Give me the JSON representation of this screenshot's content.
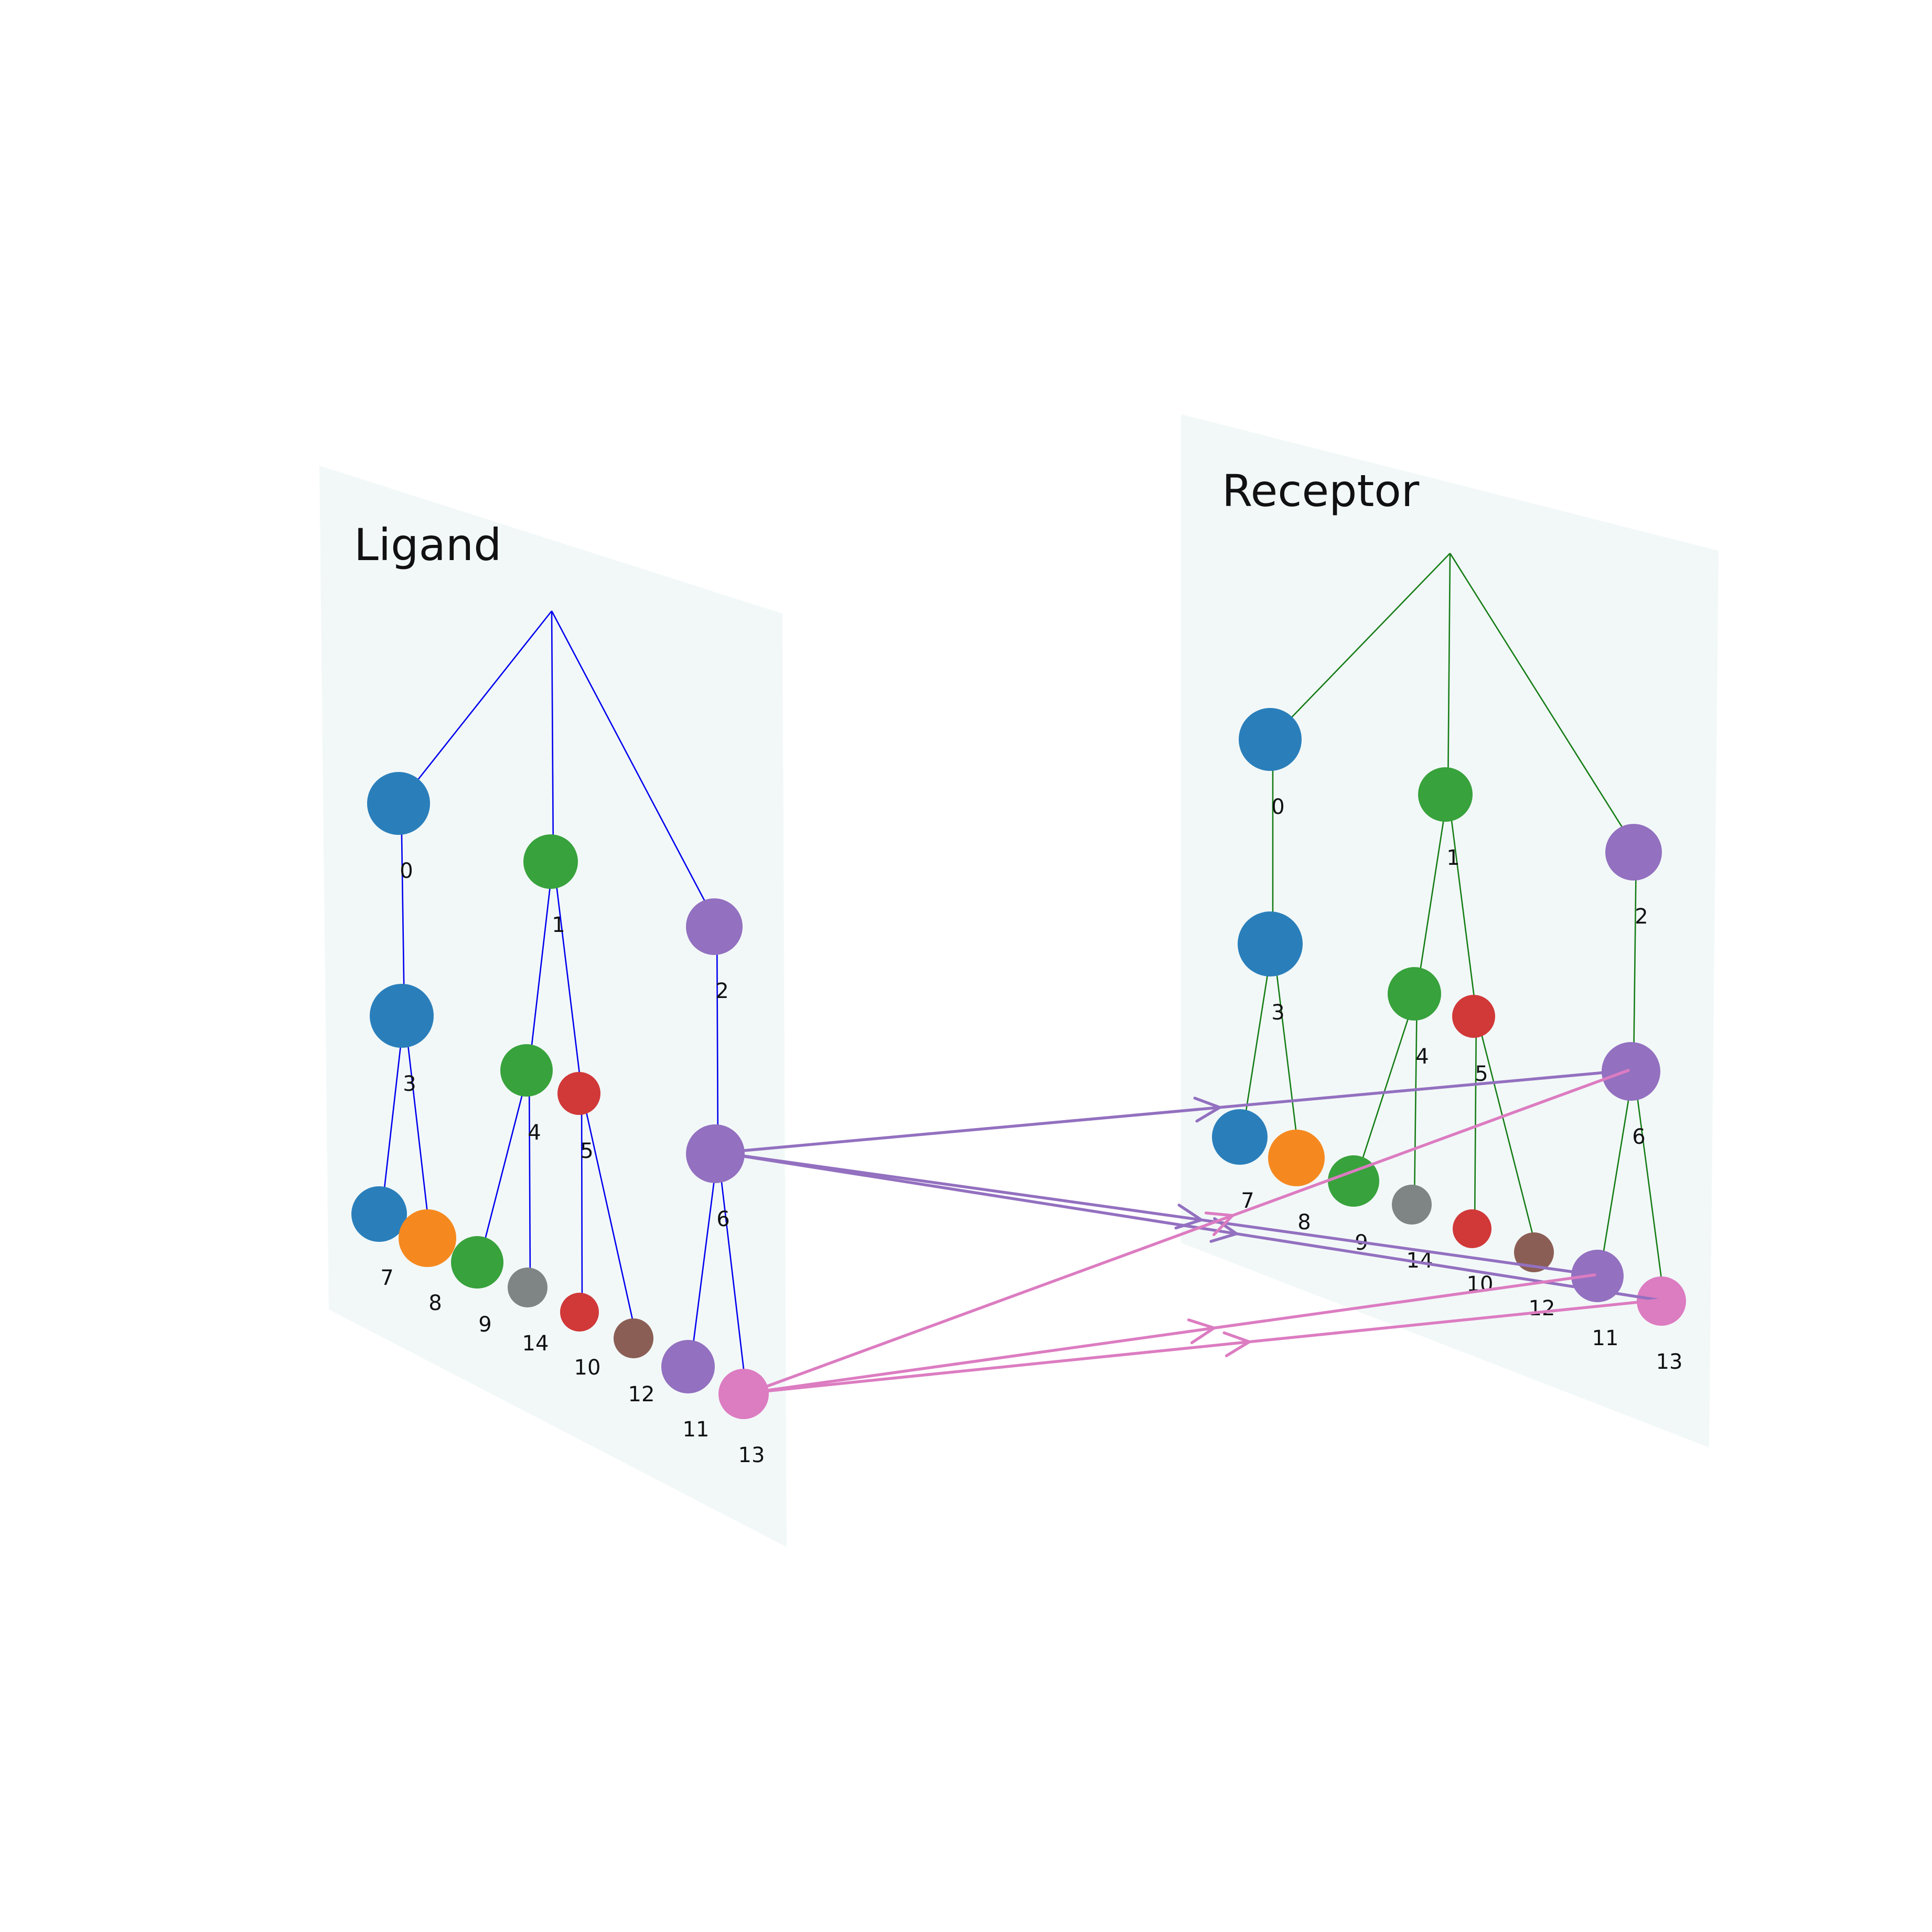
{
  "ligand": {
    "title": "Ligand",
    "edge_color": "#0000ee",
    "plane_color": "#f2f8f8",
    "nodes": [
      {
        "id": "root"
      },
      {
        "id": "0",
        "label": "0",
        "color": "#2a7fbb"
      },
      {
        "id": "1",
        "label": "1",
        "color": "#38a23c"
      },
      {
        "id": "2",
        "label": "2",
        "color": "#9370c0"
      },
      {
        "id": "3",
        "label": "3",
        "color": "#2a7fbb"
      },
      {
        "id": "4",
        "label": "4",
        "color": "#38a23c"
      },
      {
        "id": "5",
        "label": "5",
        "color": "#d13838"
      },
      {
        "id": "6",
        "label": "6",
        "color": "#9370c0"
      },
      {
        "id": "7",
        "label": "7",
        "color": "#2a7fbb"
      },
      {
        "id": "8",
        "label": "8",
        "color": "#f5891f"
      },
      {
        "id": "9",
        "label": "9",
        "color": "#38a23c"
      },
      {
        "id": "14",
        "label": "14",
        "color": "#7f8585"
      },
      {
        "id": "10",
        "label": "10",
        "color": "#d13838"
      },
      {
        "id": "12",
        "label": "12",
        "color": "#8b5e55"
      },
      {
        "id": "11",
        "label": "11",
        "color": "#9370c0"
      },
      {
        "id": "13",
        "label": "13",
        "color": "#dc7cc1"
      }
    ],
    "edges": [
      [
        "root",
        "0"
      ],
      [
        "root",
        "1"
      ],
      [
        "root",
        "2"
      ],
      [
        "0",
        "3"
      ],
      [
        "1",
        "4"
      ],
      [
        "1",
        "5"
      ],
      [
        "2",
        "6"
      ],
      [
        "3",
        "7"
      ],
      [
        "3",
        "8"
      ],
      [
        "4",
        "9"
      ],
      [
        "4",
        "14"
      ],
      [
        "5",
        "10"
      ],
      [
        "5",
        "12"
      ],
      [
        "6",
        "11"
      ],
      [
        "6",
        "13"
      ]
    ]
  },
  "receptor": {
    "title": "Receptor",
    "edge_color": "#167d16",
    "plane_color": "#f2f8f8",
    "nodes": [
      {
        "id": "root"
      },
      {
        "id": "0",
        "label": "0",
        "color": "#2a7fbb"
      },
      {
        "id": "1",
        "label": "1",
        "color": "#38a23c"
      },
      {
        "id": "2",
        "label": "2",
        "color": "#9370c0"
      },
      {
        "id": "3",
        "label": "3",
        "color": "#2a7fbb"
      },
      {
        "id": "4",
        "label": "4",
        "color": "#38a23c"
      },
      {
        "id": "5",
        "label": "5",
        "color": "#d13838"
      },
      {
        "id": "6",
        "label": "6",
        "color": "#9370c0"
      },
      {
        "id": "7",
        "label": "7",
        "color": "#2a7fbb"
      },
      {
        "id": "8",
        "label": "8",
        "color": "#f5891f"
      },
      {
        "id": "9",
        "label": "9",
        "color": "#38a23c"
      },
      {
        "id": "14",
        "label": "14",
        "color": "#7f8585"
      },
      {
        "id": "10",
        "label": "10",
        "color": "#d13838"
      },
      {
        "id": "12",
        "label": "12",
        "color": "#8b5e55"
      },
      {
        "id": "11",
        "label": "11",
        "color": "#9370c0"
      },
      {
        "id": "13",
        "label": "13",
        "color": "#dc7cc1"
      }
    ],
    "edges": [
      [
        "root",
        "0"
      ],
      [
        "root",
        "1"
      ],
      [
        "root",
        "2"
      ],
      [
        "0",
        "3"
      ],
      [
        "1",
        "4"
      ],
      [
        "1",
        "5"
      ],
      [
        "2",
        "6"
      ],
      [
        "3",
        "7"
      ],
      [
        "3",
        "8"
      ],
      [
        "4",
        "9"
      ],
      [
        "4",
        "14"
      ],
      [
        "5",
        "10"
      ],
      [
        "5",
        "12"
      ],
      [
        "6",
        "11"
      ],
      [
        "6",
        "13"
      ]
    ]
  },
  "mappings": [
    {
      "from": "6",
      "to": "6",
      "color": "#9370c0"
    },
    {
      "from": "6",
      "to": "11",
      "color": "#9370c0"
    },
    {
      "from": "6",
      "to": "13",
      "color": "#9370c0"
    },
    {
      "from": "13",
      "to": "6",
      "color": "#dc7cc1"
    },
    {
      "from": "13",
      "to": "11",
      "color": "#dc7cc1"
    },
    {
      "from": "13",
      "to": "13",
      "color": "#dc7cc1"
    }
  ]
}
